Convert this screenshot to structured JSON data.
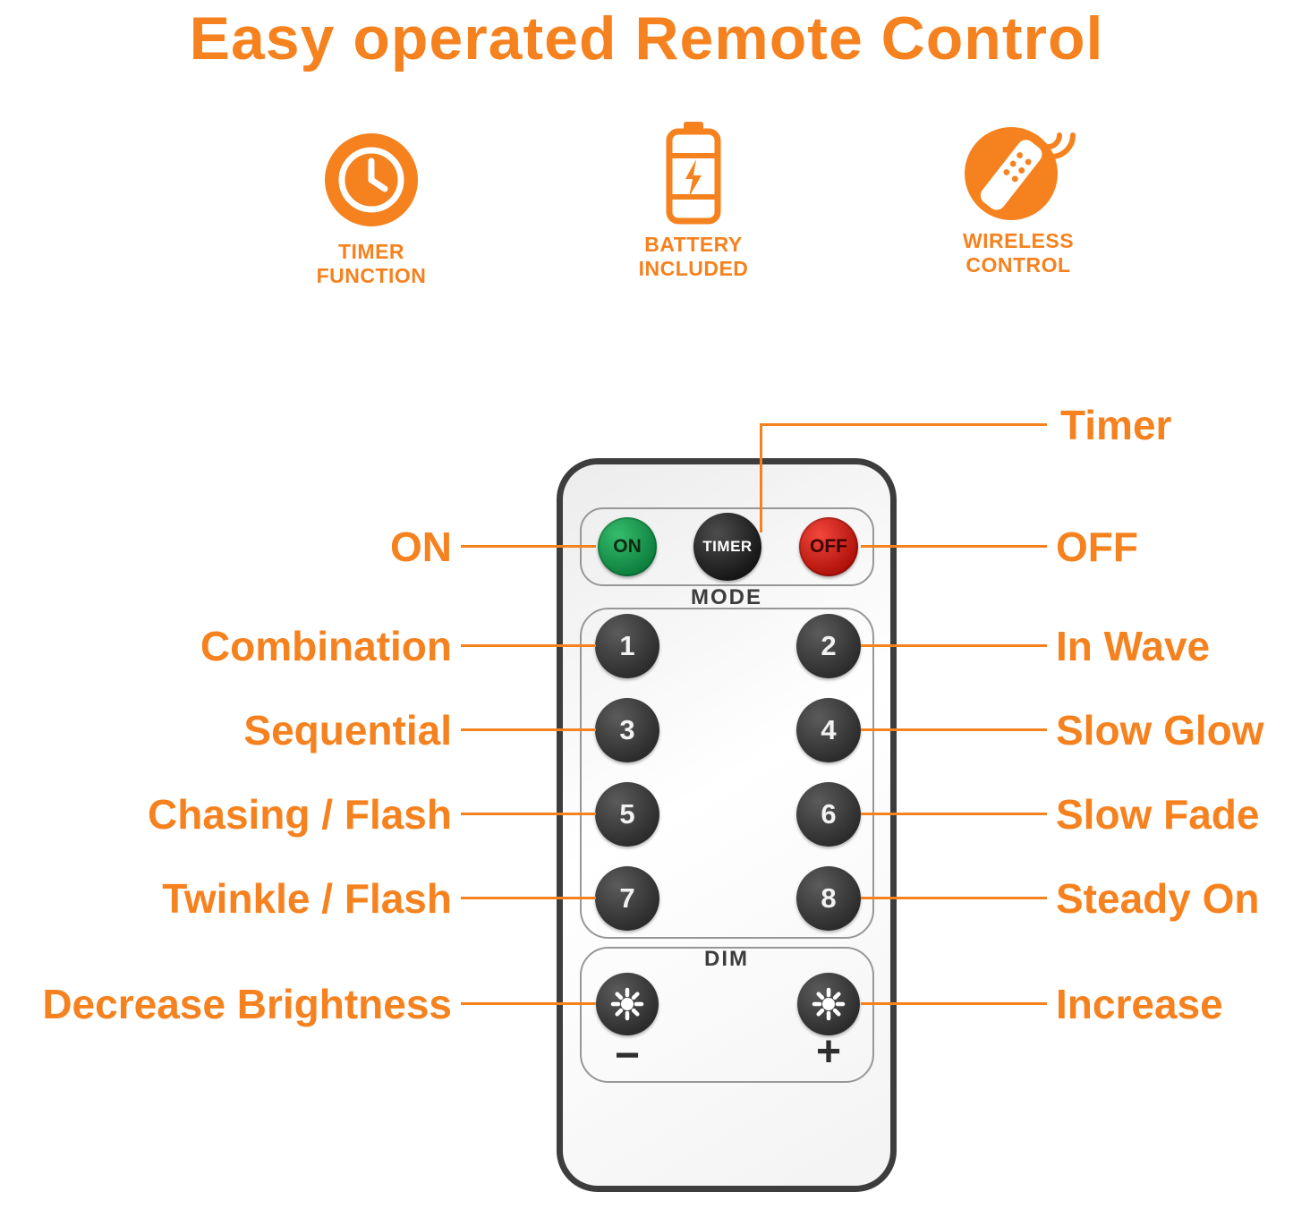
{
  "accent_color": "#F5821F",
  "title": "Easy operated Remote Control",
  "features": [
    {
      "icon": "timer-clock-icon",
      "line1": "TIMER",
      "line2": "FUNCTION"
    },
    {
      "icon": "battery-icon",
      "line1": "BATTERY",
      "line2": "INCLUDED"
    },
    {
      "icon": "wireless-remote-icon",
      "line1": "WIRELESS",
      "line2": "CONTROL"
    }
  ],
  "remote": {
    "power": {
      "on": "ON",
      "timer": "TIMER",
      "off": "OFF"
    },
    "mode_label": "MODE",
    "mode_buttons": [
      "1",
      "2",
      "3",
      "4",
      "5",
      "6",
      "7",
      "8"
    ],
    "dim_label": "DIM",
    "minus": "−",
    "plus": "+"
  },
  "annotations": {
    "timer": "Timer",
    "left": [
      "ON",
      "Combination",
      "Sequential",
      "Chasing / Flash",
      "Twinkle / Flash",
      "Decrease Brightness"
    ],
    "right": [
      "OFF",
      "In Wave",
      "Slow Glow",
      "Slow Fade",
      "Steady On",
      "Increase"
    ]
  }
}
